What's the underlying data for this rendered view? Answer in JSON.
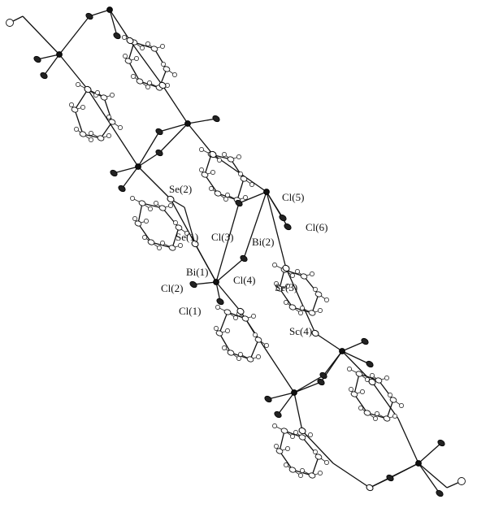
{
  "figure": {
    "labels": {
      "se2": "Se(2)",
      "se1": "Se(1)",
      "cl3": "Cl(3)",
      "cl5": "Cl(5)",
      "cl6": "Cl(6)",
      "bi2": "Bi(2)",
      "bi1": "Bi(1)",
      "cl2": "Cl(2)",
      "cl4": "Cl(4)",
      "se3": "Se(3)",
      "cl1": "Cl(1)",
      "se4": "Sc(4)"
    }
  }
}
